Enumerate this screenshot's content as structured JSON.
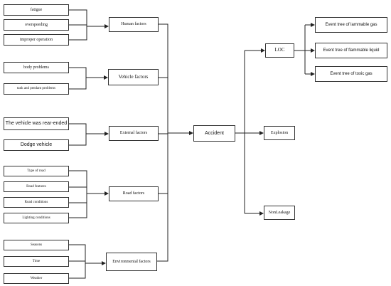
{
  "nodes": {
    "fatigue": "fatigue",
    "overspeeding": "overspeeding",
    "improper_operation": "improper operation",
    "body_problems": "body problems",
    "tank_pendant": "tank and pendant problems",
    "rear_ended": "The vehicle was rear-ended",
    "dodge_vehicle": "Dodge vehicle",
    "type_of_road": "Type of road",
    "road_features": "Road features",
    "road_conditions": "Road conditions",
    "lighting_conditions": "Lighting conditions",
    "seasons": "Seasons",
    "time": "Time",
    "weather": "Weather",
    "human_factors": "Human factors",
    "vehicle_factors": "Vehicle factors",
    "external_factors": "External factors",
    "road_factors": "Road factors",
    "environmental_factors": "Environmental factors",
    "accident": "Accident",
    "loc": "LOC",
    "explosion": "Explosion",
    "non_leakage": "NonLeakage",
    "event_flammable_gas": "Event tree of lammable gas",
    "event_flammable_liquid": "Event tree of flammable liquid",
    "event_toxic_gas": "Event tree of toxic gas"
  }
}
